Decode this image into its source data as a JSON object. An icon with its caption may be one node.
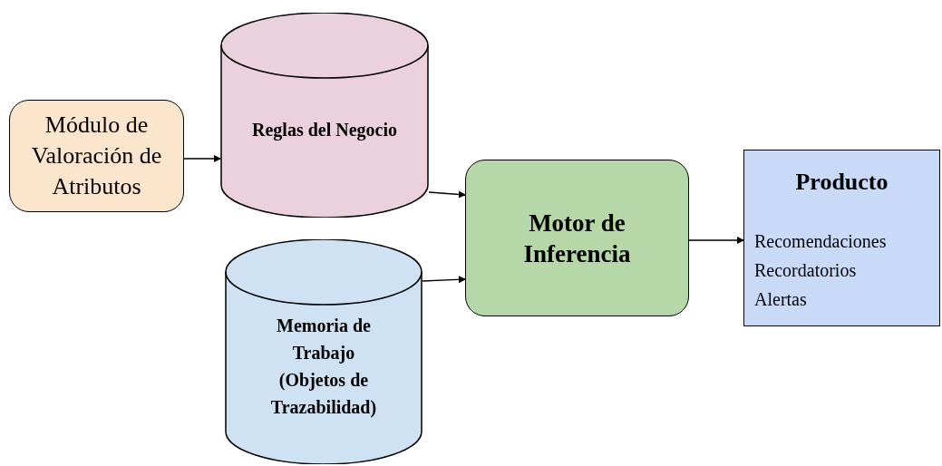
{
  "diagram": {
    "nodes": [
      {
        "text": [
          "Módulo de Valoración de Atributos"
        ]
      },
      {
        "text": [
          "Reglas del Negocio"
        ]
      },
      {
        "text": [
          "Memoria de Trabajo (Objetos de Trazabilidad)"
        ]
      },
      {
        "text": [
          "Motor de Inferencia"
        ]
      },
      {
        "text": [
          "Producto",
          "Recomendaciones",
          "Recordatorios",
          "Alertas"
        ]
      }
    ],
    "edges": [
      {
        "from": 0,
        "to": 1,
        "arrow": "to"
      },
      {
        "from": 1,
        "to": 3,
        "arrow": "to"
      },
      {
        "from": 2,
        "to": 3,
        "arrow": "to"
      },
      {
        "from": 3,
        "to": 4,
        "arrow": "to"
      }
    ]
  }
}
